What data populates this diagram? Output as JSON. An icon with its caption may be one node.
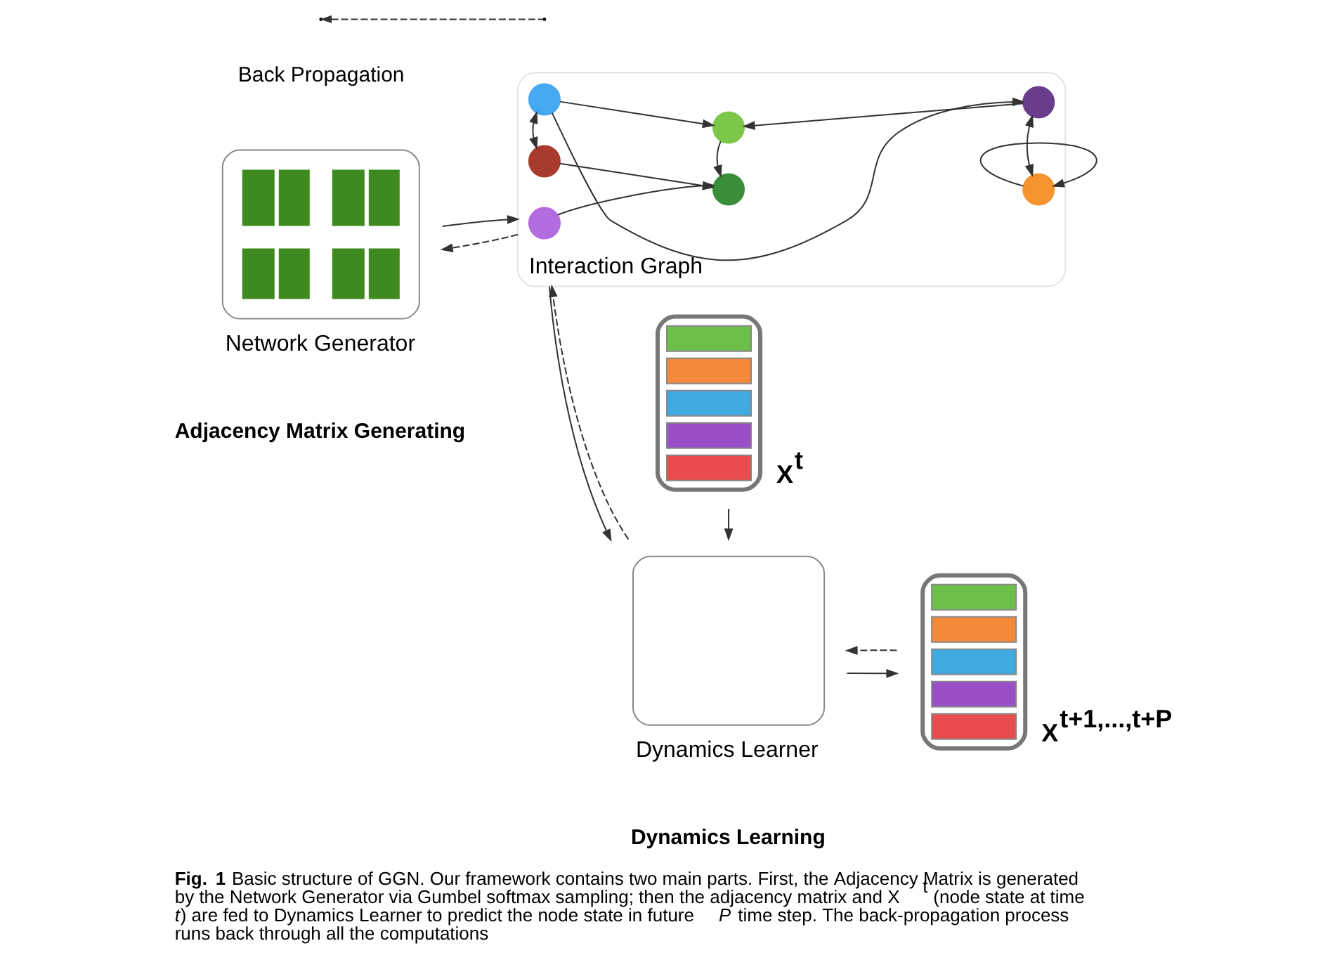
{
  "diagram": {
    "caption": "**Fig. 1** Basic structure of GGN. Our framework contains two main parts. First, the Adjacency Matrix is generated by the Network Generator via Gumbel softmax sampling; then the adjacency matrix and X$^{t}$ (node state at time *t*) are fed to Dynamics Learner to predict the node state in future *P* time step. The back-propagation process runs back through all the computations",
    "nodes": [
      {
        "text": [
          "Network Generator"
        ]
      },
      {
        "text": [
          "Interaction Graph"
        ]
      },
      {
        "text": [],
        "shape": "circle",
        "in": 1
      },
      {
        "text": [],
        "shape": "circle",
        "in": 1
      },
      {
        "text": [],
        "shape": "circle",
        "in": 1
      },
      {
        "text": [],
        "shape": "circle",
        "in": 1
      },
      {
        "text": [],
        "shape": "circle",
        "in": 1
      },
      {
        "text": [],
        "shape": "circle",
        "in": 1
      },
      {
        "text": [],
        "shape": "circle",
        "in": 1
      },
      {
        "text": [],
        "shape": "picture",
        "beside": [
          "X$^{t}$"
        ]
      },
      {
        "text": [
          "Dynamics Learner"
        ]
      },
      {
        "text": [],
        "shape": "picture",
        "beside": [
          "X$^{t+1,...,t+P}$"
        ]
      }
    ],
    "edges": [
      {
        "from": 2,
        "to": 3,
        "arrow": "to"
      },
      {
        "from": 5,
        "to": 3,
        "arrow": "to"
      },
      {
        "from": 6,
        "to": 3,
        "arrow": "to"
      },
      {
        "from": 4,
        "to": 4,
        "arrow": "to"
      },
      {
        "from": 5,
        "to": 7,
        "arrow": "both"
      },
      {
        "from": 7,
        "to": 6,
        "arrow": "to"
      },
      {
        "from": 7,
        "to": 8,
        "arrow": "to"
      },
      {
        "from": 8,
        "to": 6,
        "arrow": "to"
      },
      {
        "from": 4,
        "to": 8,
        "arrow": "both"
      },
      {
        "from": 0,
        "to": 1,
        "arrow": "to"
      },
      {
        "from": 1,
        "to": 0,
        "arrow": "to",
        "style": "dashed"
      },
      {
        "from": 1,
        "to": 10,
        "arrow": "to"
      },
      {
        "from": 10,
        "to": 1,
        "arrow": "to",
        "style": "dashed"
      },
      {
        "from": 9,
        "to": 10,
        "arrow": "to"
      },
      {
        "from": 10,
        "to": 11,
        "arrow": "to"
      },
      {
        "from": 11,
        "to": 10,
        "arrow": "to",
        "style": "dashed"
      }
    ],
    "labels": [
      "Adjacency Matrix Generating",
      "Dynamics Learning"
    ],
    "legend": [
      {
        "text": "Back Propagation"
      }
    ]
  }
}
